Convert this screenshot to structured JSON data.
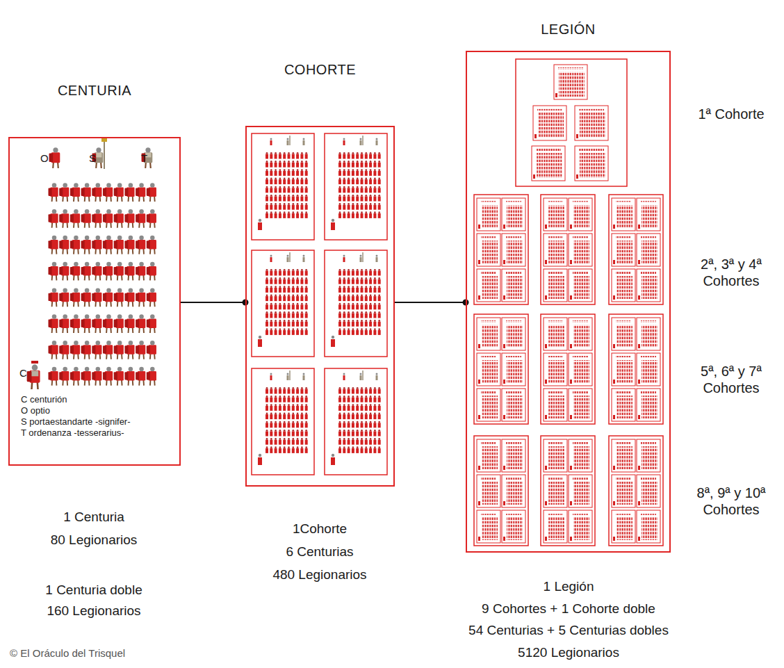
{
  "diagram": {
    "nodes": [
      {
        "text": [
          "CENTURIA",
          "O",
          "S",
          "T",
          "C",
          "C centurión",
          "O optio",
          "S portaestandarte -signifer-",
          "T ordenanza -tesserarius-"
        ]
      },
      {
        "text": [
          "COHORTE"
        ]
      },
      {
        "text": [
          "LEGIÓN"
        ]
      }
    ],
    "edges": [
      {
        "from": 0,
        "to": 1,
        "arrow": "none"
      },
      {
        "from": 1,
        "to": 2,
        "arrow": "none"
      }
    ],
    "labels": [
      "1ª Cohorte",
      "2ª, 3ª y 4ª Cohortes",
      "5ª, 6ª y 7ª Cohortes",
      "8ª, 9ª y 10ª Cohortes",
      "1 Centuria",
      "80 Legionarios",
      "1Cohorte",
      "6 Centurias",
      "480 Legionarios",
      "1 Centuria doble",
      "160 Legionarios",
      "1 Legión",
      "9 Cohortes + 1 Cohorte doble",
      "54 Centurias + 5 Centurias dobles",
      "5120 Legionarios",
      "© El Oráculo del Trisquel"
    ]
  }
}
